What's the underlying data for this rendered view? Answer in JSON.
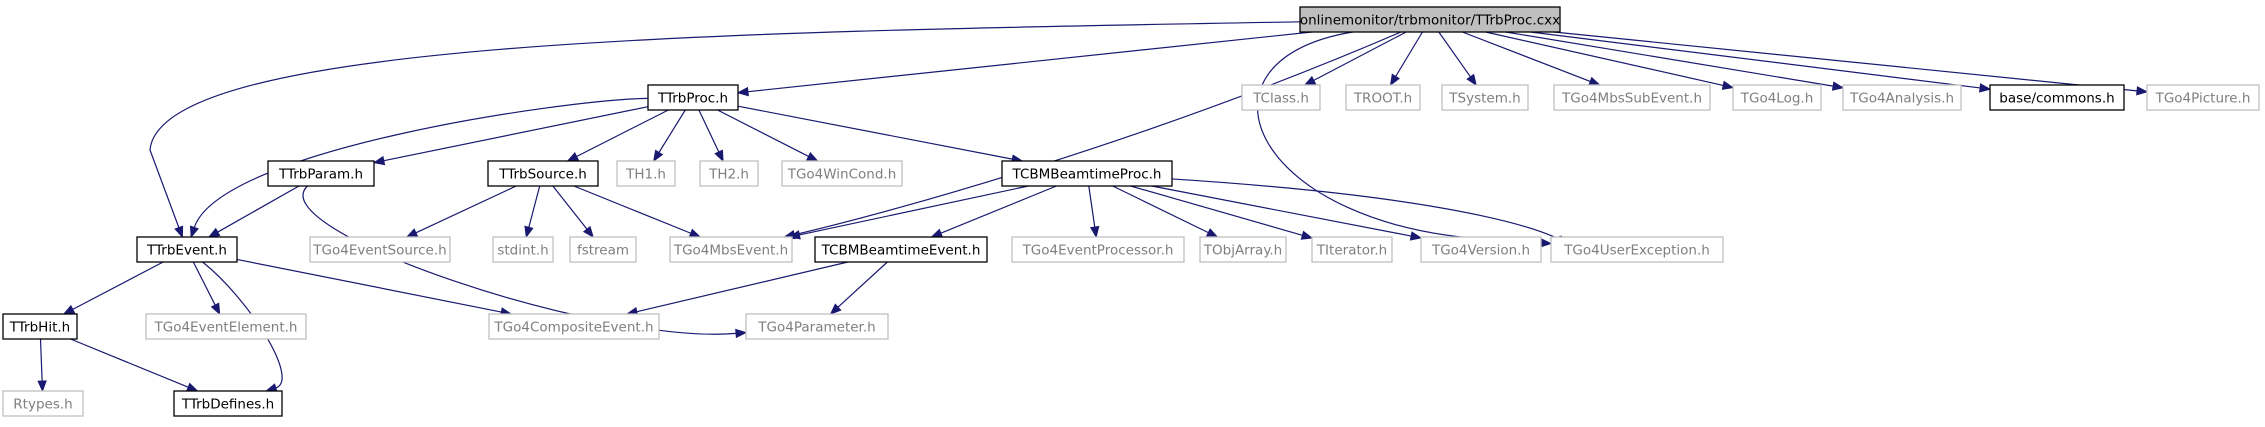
{
  "graph": {
    "colors": {
      "edge": "#191970",
      "root_fill": "#bfbfbf",
      "documented_border": "#000000",
      "external_border": "#bfbfbf",
      "documented_text": "#000000",
      "external_text": "#7f7f7f"
    },
    "nodes": [
      {
        "id": "root",
        "label": "onlinemonitor/trbmonitor/TTrbProc.cxx",
        "kind": "root"
      },
      {
        "id": "ttrbproc",
        "label": "TTrbProc.h",
        "kind": "documented"
      },
      {
        "id": "tclass",
        "label": "TClass.h",
        "kind": "external"
      },
      {
        "id": "troot",
        "label": "TROOT.h",
        "kind": "external"
      },
      {
        "id": "tsystem",
        "label": "TSystem.h",
        "kind": "external"
      },
      {
        "id": "tgo4mbssubevent",
        "label": "TGo4MbsSubEvent.h",
        "kind": "external"
      },
      {
        "id": "tgo4log",
        "label": "TGo4Log.h",
        "kind": "external"
      },
      {
        "id": "tgo4analysis",
        "label": "TGo4Analysis.h",
        "kind": "external"
      },
      {
        "id": "commons",
        "label": "base/commons.h",
        "kind": "documented"
      },
      {
        "id": "tgo4picture",
        "label": "TGo4Picture.h",
        "kind": "external"
      },
      {
        "id": "ttrbparam",
        "label": "TTrbParam.h",
        "kind": "documented"
      },
      {
        "id": "ttrbsource",
        "label": "TTrbSource.h",
        "kind": "documented"
      },
      {
        "id": "th1",
        "label": "TH1.h",
        "kind": "external"
      },
      {
        "id": "th2",
        "label": "TH2.h",
        "kind": "external"
      },
      {
        "id": "tgo4wincond",
        "label": "TGo4WinCond.h",
        "kind": "external"
      },
      {
        "id": "tcbmproc",
        "label": "TCBMBeamtimeProc.h",
        "kind": "documented"
      },
      {
        "id": "ttrbevent",
        "label": "TTrbEvent.h",
        "kind": "documented"
      },
      {
        "id": "tgo4eventsource",
        "label": "TGo4EventSource.h",
        "kind": "external"
      },
      {
        "id": "stdint",
        "label": "stdint.h",
        "kind": "external"
      },
      {
        "id": "fstream",
        "label": "fstream",
        "kind": "external"
      },
      {
        "id": "tgo4mbsevent",
        "label": "TGo4MbsEvent.h",
        "kind": "external"
      },
      {
        "id": "tcbmevent",
        "label": "TCBMBeamtimeEvent.h",
        "kind": "documented"
      },
      {
        "id": "tgo4eventprocessor",
        "label": "TGo4EventProcessor.h",
        "kind": "external"
      },
      {
        "id": "tobjarray",
        "label": "TObjArray.h",
        "kind": "external"
      },
      {
        "id": "titerator",
        "label": "TIterator.h",
        "kind": "external"
      },
      {
        "id": "tgo4version",
        "label": "TGo4Version.h",
        "kind": "external"
      },
      {
        "id": "tgo4userexception",
        "label": "TGo4UserException.h",
        "kind": "external"
      },
      {
        "id": "ttrbhit",
        "label": "TTrbHit.h",
        "kind": "documented"
      },
      {
        "id": "tgo4eventelement",
        "label": "TGo4EventElement.h",
        "kind": "external"
      },
      {
        "id": "tgo4compositeevent",
        "label": "TGo4CompositeEvent.h",
        "kind": "external"
      },
      {
        "id": "tgo4parameter",
        "label": "TGo4Parameter.h",
        "kind": "external"
      },
      {
        "id": "rtypes",
        "label": "Rtypes.h",
        "kind": "external"
      },
      {
        "id": "ttrbdefines",
        "label": "TTrbDefines.h",
        "kind": "documented"
      }
    ],
    "edges": [
      {
        "from": "root",
        "to": "ttrbproc"
      },
      {
        "from": "root",
        "to": "ttrbevent"
      },
      {
        "from": "root",
        "to": "tgo4mbsevent"
      },
      {
        "from": "root",
        "to": "tclass"
      },
      {
        "from": "root",
        "to": "troot"
      },
      {
        "from": "root",
        "to": "tsystem"
      },
      {
        "from": "root",
        "to": "tgo4mbssubevent"
      },
      {
        "from": "root",
        "to": "tgo4log"
      },
      {
        "from": "root",
        "to": "tgo4analysis"
      },
      {
        "from": "root",
        "to": "commons"
      },
      {
        "from": "root",
        "to": "tgo4picture"
      },
      {
        "from": "root",
        "to": "tgo4userexception"
      },
      {
        "from": "ttrbproc",
        "to": "ttrbparam"
      },
      {
        "from": "ttrbproc",
        "to": "ttrbsource"
      },
      {
        "from": "ttrbproc",
        "to": "th1"
      },
      {
        "from": "ttrbproc",
        "to": "th2"
      },
      {
        "from": "ttrbproc",
        "to": "tgo4wincond"
      },
      {
        "from": "ttrbproc",
        "to": "tcbmproc"
      },
      {
        "from": "ttrbproc",
        "to": "ttrbevent"
      },
      {
        "from": "ttrbparam",
        "to": "ttrbevent"
      },
      {
        "from": "ttrbparam",
        "to": "tgo4parameter"
      },
      {
        "from": "ttrbsource",
        "to": "tgo4eventsource"
      },
      {
        "from": "ttrbsource",
        "to": "stdint"
      },
      {
        "from": "ttrbsource",
        "to": "fstream"
      },
      {
        "from": "ttrbsource",
        "to": "tgo4mbsevent"
      },
      {
        "from": "tcbmproc",
        "to": "tgo4mbsevent"
      },
      {
        "from": "tcbmproc",
        "to": "tcbmevent"
      },
      {
        "from": "tcbmproc",
        "to": "tgo4eventprocessor"
      },
      {
        "from": "tcbmproc",
        "to": "tobjarray"
      },
      {
        "from": "tcbmproc",
        "to": "titerator"
      },
      {
        "from": "tcbmproc",
        "to": "tgo4version"
      },
      {
        "from": "tcbmproc",
        "to": "tgo4userexception"
      },
      {
        "from": "tcbmevent",
        "to": "tgo4compositeevent"
      },
      {
        "from": "tcbmevent",
        "to": "tgo4parameter"
      },
      {
        "from": "ttrbevent",
        "to": "ttrbhit"
      },
      {
        "from": "ttrbevent",
        "to": "tgo4eventelement"
      },
      {
        "from": "ttrbevent",
        "to": "tgo4compositeevent"
      },
      {
        "from": "ttrbevent",
        "to": "ttrbdefines"
      },
      {
        "from": "ttrbhit",
        "to": "rtypes"
      },
      {
        "from": "ttrbhit",
        "to": "ttrbdefines"
      }
    ]
  }
}
